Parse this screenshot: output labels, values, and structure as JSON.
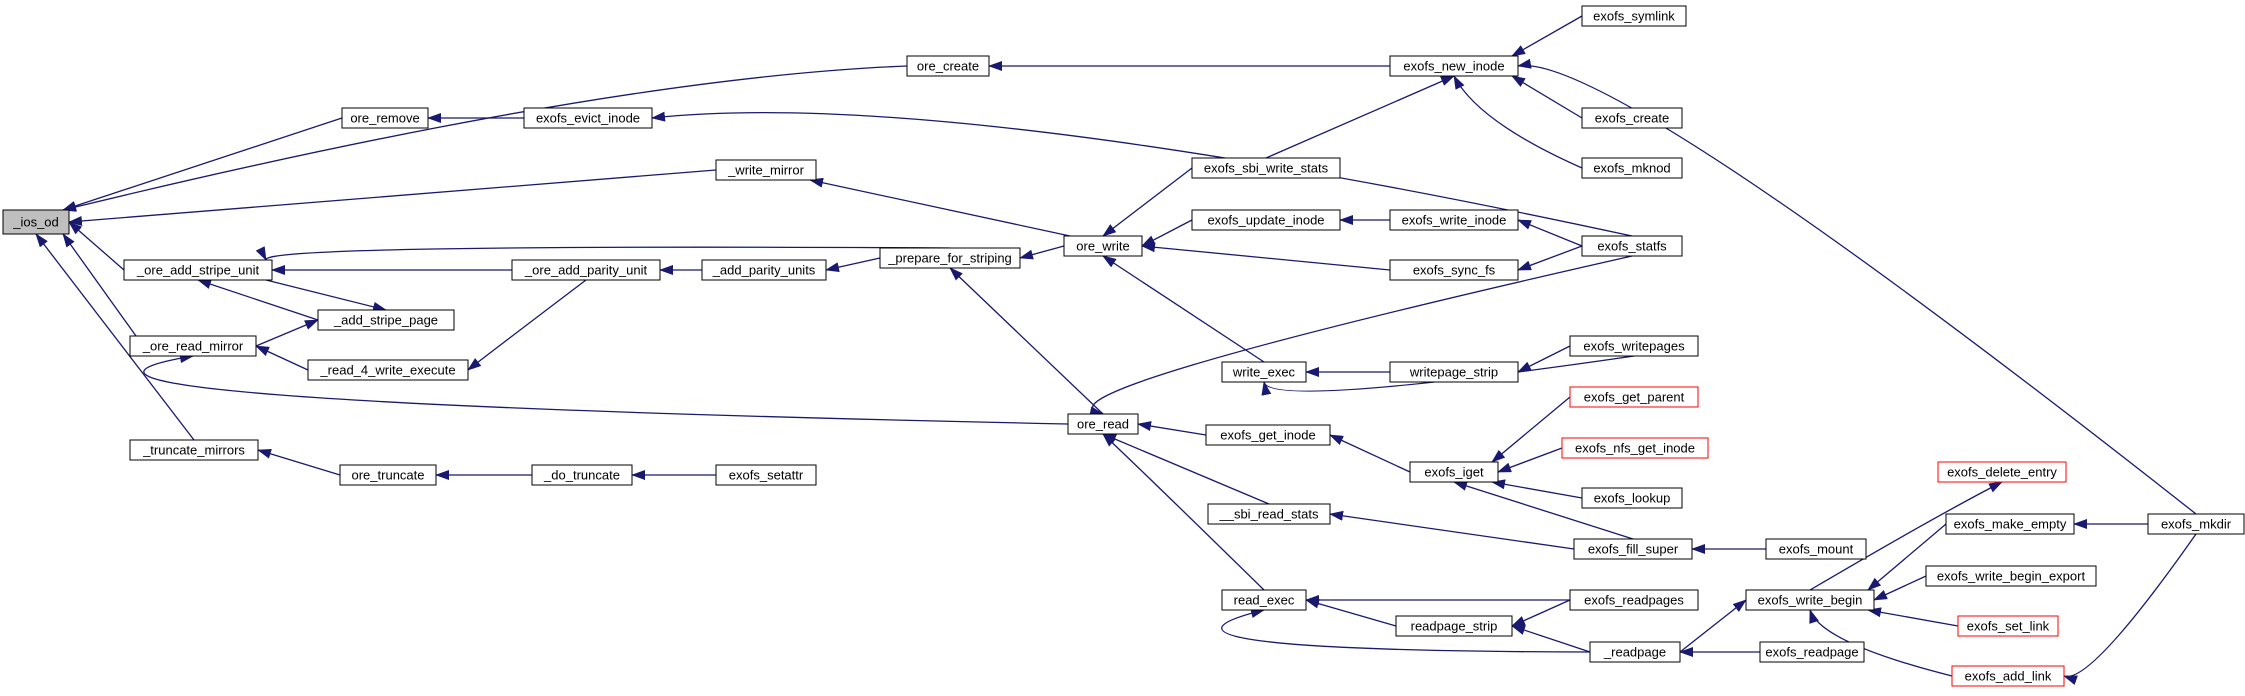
{
  "colors": {
    "edge": "#191970",
    "node_border": "#000000",
    "node_border_incomplete": "#ff0000",
    "root_fill": "#bfbfbf",
    "node_fill": "#ffffff"
  },
  "nodes": {
    "ios_od": "_ios_od",
    "ore_create": "ore_create",
    "exofs_new_inode": "exofs_new_inode",
    "exofs_symlink": "exofs_symlink",
    "exofs_create": "exofs_create",
    "exofs_mknod": "exofs_mknod",
    "ore_remove": "ore_remove",
    "exofs_evict_inode": "exofs_evict_inode",
    "write_mirror": "_write_mirror",
    "exofs_sbi_write_stats": "exofs_sbi_write_stats",
    "ore_add_stripe_unit": "_ore_add_stripe_unit",
    "prepare_for_striping": "_prepare_for_striping",
    "ore_write": "ore_write",
    "exofs_update_inode": "exofs_update_inode",
    "exofs_write_inode": "exofs_write_inode",
    "exofs_statfs": "exofs_statfs",
    "ore_add_parity_unit": "_ore_add_parity_unit",
    "add_parity_units": "_add_parity_units",
    "exofs_sync_fs": "exofs_sync_fs",
    "add_stripe_page": "_add_stripe_page",
    "ore_read_mirror": "_ore_read_mirror",
    "read_4_write_execute": "_read_4_write_execute",
    "write_exec": "write_exec",
    "writepage_strip": "writepage_strip",
    "exofs_writepages": "exofs_writepages",
    "exofs_get_parent": "exofs_get_parent",
    "ore_read": "ore_read",
    "exofs_get_inode": "exofs_get_inode",
    "exofs_iget": "exofs_iget",
    "exofs_nfs_get_inode": "exofs_nfs_get_inode",
    "truncate_mirrors": "_truncate_mirrors",
    "ore_truncate": "ore_truncate",
    "do_truncate": "_do_truncate",
    "exofs_setattr": "exofs_setattr",
    "exofs_delete_entry": "exofs_delete_entry",
    "exofs_lookup": "exofs_lookup",
    "sbi_read_stats": "__sbi_read_stats",
    "exofs_make_empty": "exofs_make_empty",
    "exofs_mkdir": "exofs_mkdir",
    "exofs_fill_super": "exofs_fill_super",
    "exofs_mount": "exofs_mount",
    "exofs_write_begin_export": "exofs_write_begin_export",
    "read_exec": "read_exec",
    "exofs_readpages": "exofs_readpages",
    "exofs_write_begin": "exofs_write_begin",
    "readpage_strip": "readpage_strip",
    "exofs_set_link": "exofs_set_link",
    "readpage": "_readpage",
    "exofs_readpage": "exofs_readpage",
    "exofs_add_link": "exofs_add_link"
  }
}
